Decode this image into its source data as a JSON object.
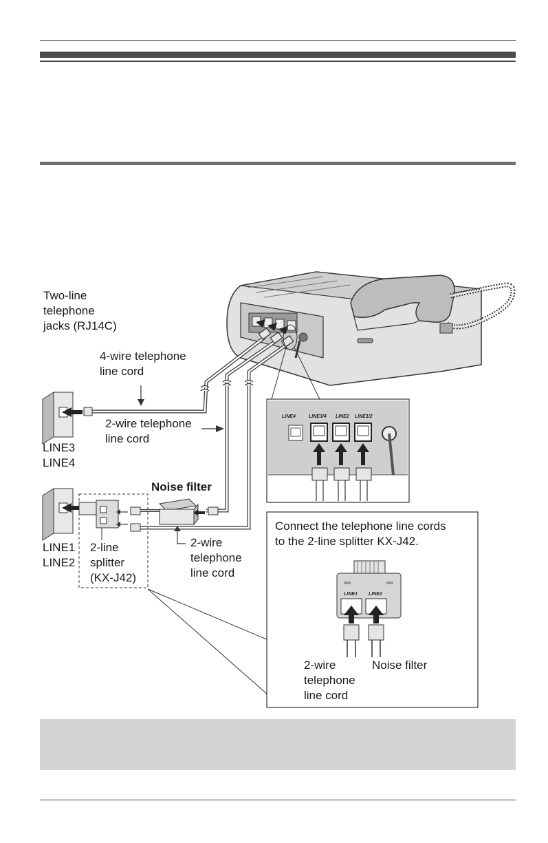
{
  "labels": {
    "jacks_line1": "Two-line",
    "jacks_line2": "telephone",
    "jacks_line3": "jacks (RJ14C)",
    "cord4_line1": "4-wire telephone",
    "cord4_line2": "line cord",
    "cord2a_line1": "2-wire telephone",
    "cord2a_line2": "line cord",
    "wall_top_line1": "LINE3",
    "wall_top_line2": "LINE4",
    "noise_filter": "Noise filter",
    "wall_bot_line1": "LINE1",
    "wall_bot_line2": "LINE2",
    "splitter_line1": "2-line",
    "splitter_line2": "splitter",
    "splitter_line3": "(KX-J42)",
    "cord2b_line1": "2-wire",
    "cord2b_line2": "telephone",
    "cord2b_line3": "line cord"
  },
  "detail_panel": {
    "port_labels": [
      "LINE4",
      "LINE3/4",
      "LINE2",
      "LINE1/2"
    ]
  },
  "splitter_panel": {
    "caption_line1": "Connect the telephone line cords",
    "caption_line2": "to the 2-line splitter KX-J42.",
    "port_labels": [
      "LINE1",
      "LINE2"
    ],
    "left_line1": "2-wire",
    "left_line2": "telephone",
    "left_line3": "line cord",
    "right_label": "Noise filter"
  },
  "colors": {
    "rule": "#444444",
    "bar_dark": "#4a4a4a",
    "note_bg": "#d3d3d3",
    "device_gray": "#d9d9d9",
    "panel_gray": "#c8c8c8"
  }
}
